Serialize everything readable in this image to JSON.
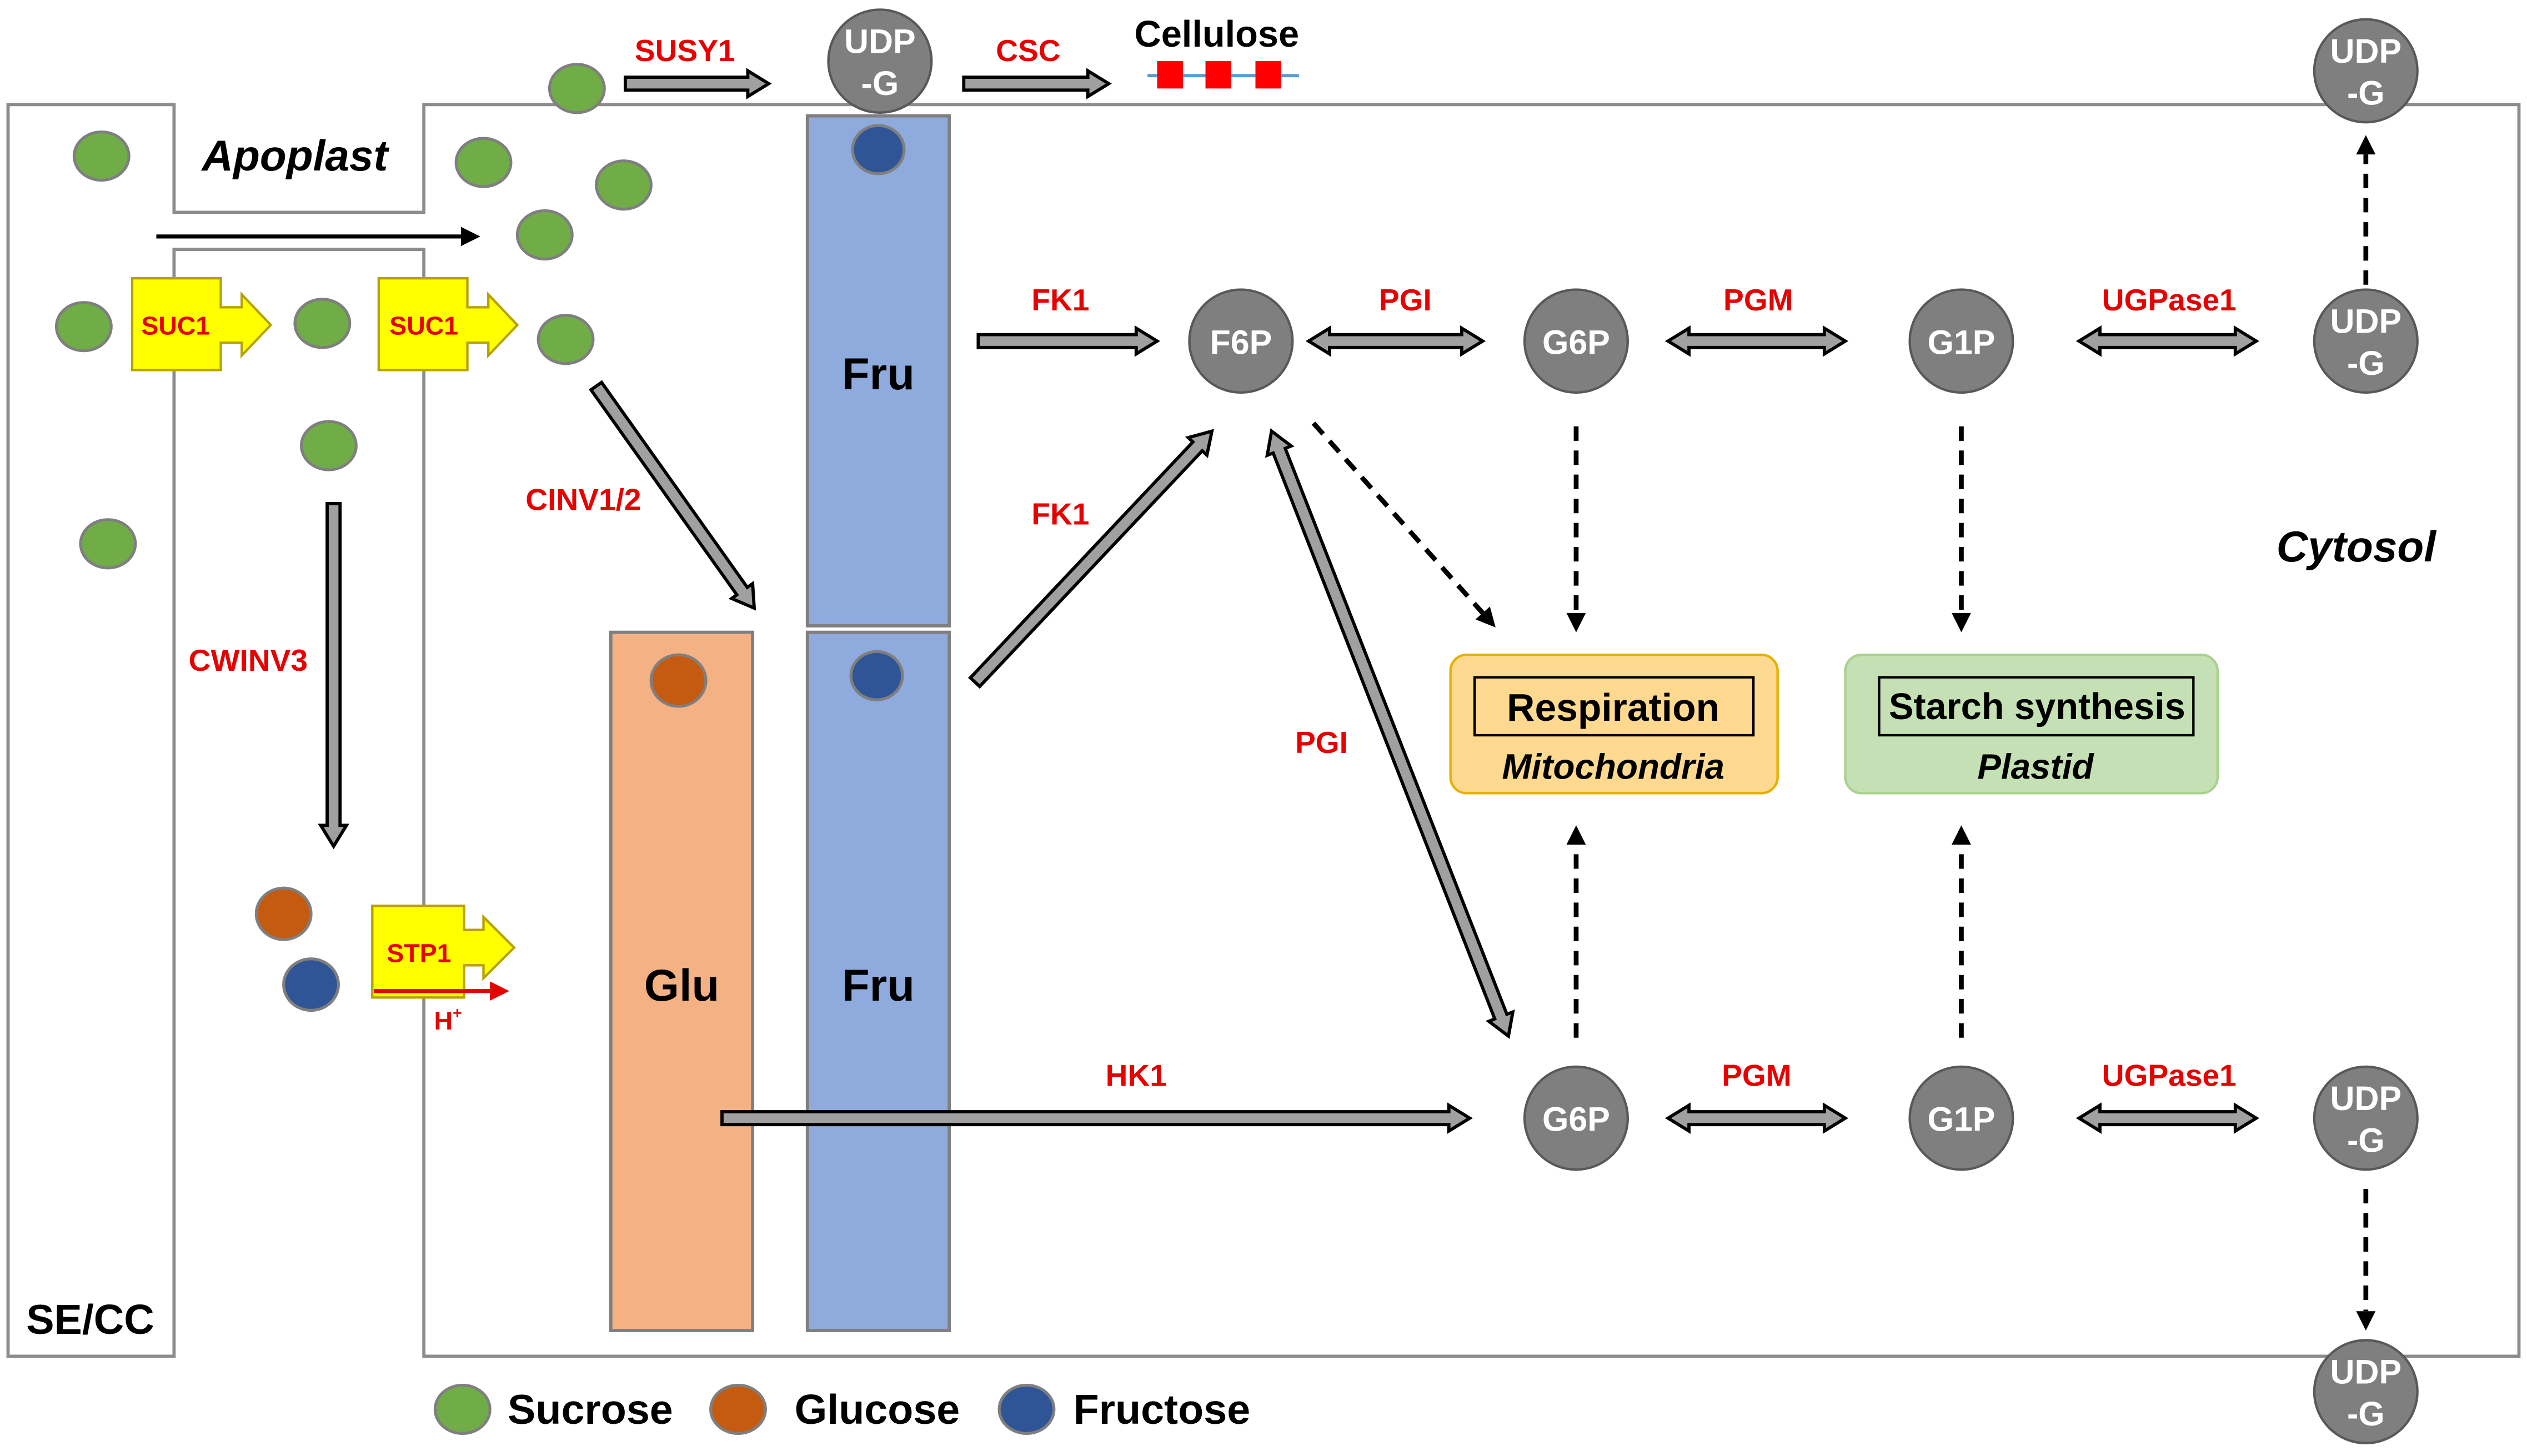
{
  "compartments": {
    "apoplast": "Apoplast",
    "cytosol": "Cytosol",
    "se_cc": "SE/CC"
  },
  "product": {
    "cellulose": "Cellulose"
  },
  "enzymes": {
    "susy1": "SUSY1",
    "csc": "CSC",
    "suc1_se": "SUC1",
    "suc1_cell": "SUC1",
    "cinv": "CINV1/2",
    "cwinv3": "CWINV3",
    "stp1": "STP1",
    "fk1_upper": "FK1",
    "fk1_lower": "FK1",
    "pgi_upper": "PGI",
    "pgi_diagonal": "PGI",
    "pgm_upper": "PGM",
    "pgm_lower": "PGM",
    "ugpase1_upper": "UGPase1",
    "ugpase1_lower": "UGPase1",
    "hk1": "HK1"
  },
  "proton": {
    "symbol": "H",
    "charge": "+"
  },
  "hexose_pools": {
    "fru_upper": "Fru",
    "fru_lower": "Fru",
    "glu": "Glu"
  },
  "metabolites": {
    "udpg_cellulose": [
      "UDP",
      "-G"
    ],
    "udpg_top_right": [
      "UDP",
      "-G"
    ],
    "f6p": "F6P",
    "g6p_upper": "G6P",
    "g1p_upper": "G1P",
    "udpg_upper": [
      "UDP",
      "-G"
    ],
    "g6p_lower": "G6P",
    "g1p_lower": "G1P",
    "udpg_lower": [
      "UDP",
      "-G"
    ],
    "udpg_bottom": [
      "UDP",
      "-G"
    ]
  },
  "sinks": {
    "respiration": {
      "title": "Respiration",
      "subtitle": "Mitochondria"
    },
    "starch": {
      "title": "Starch synthesis",
      "subtitle": "Plastid"
    }
  },
  "legend": [
    {
      "label": "Sucrose",
      "color": "#70ad47"
    },
    {
      "label": "Glucose",
      "color": "#c55a11"
    },
    {
      "label": "Fructose",
      "color": "#2f5597"
    }
  ],
  "colors": {
    "sucrose": "#70ad47",
    "glucose": "#c55a11",
    "fructose": "#2f5597",
    "fru_pool": "#8faadc",
    "glu_pool": "#f4b183",
    "metabolite_node": "#7f7f7f",
    "enzyme_label": "#e60000",
    "transporter": "#ffff00",
    "respiration_box": "#ffd98f",
    "starch_box": "#c5e0b4",
    "cellulose_unit": "#ff0000",
    "cellulose_chain": "#5b9bd5",
    "arrow": "#000000"
  }
}
